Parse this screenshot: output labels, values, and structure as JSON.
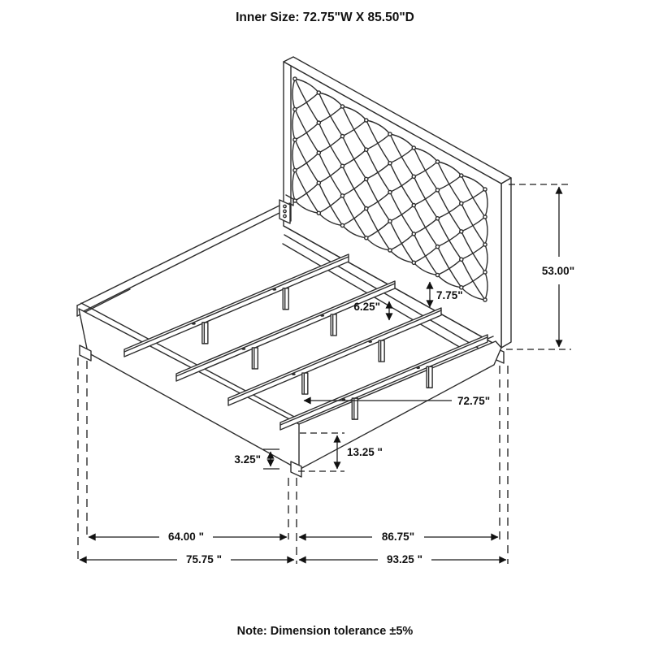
{
  "title": "Inner Size: 72.75\"W X 85.50\"D",
  "note": "Note: Dimension tolerance ±5%",
  "dimensions": {
    "headboard_height": "53.00\"",
    "headboard_to_slat_gap": "7.75\"",
    "slat_leg_height": "6.25\"",
    "inner_width": "72.75\"",
    "frame_side_height": "13.25 \"",
    "foot_leg_height": "3.25\"",
    "inner_width_span": "64.00 \"",
    "inner_depth_span": "86.75\"",
    "overall_width_span": "75.75 \"",
    "overall_depth_span": "93.25 \""
  }
}
